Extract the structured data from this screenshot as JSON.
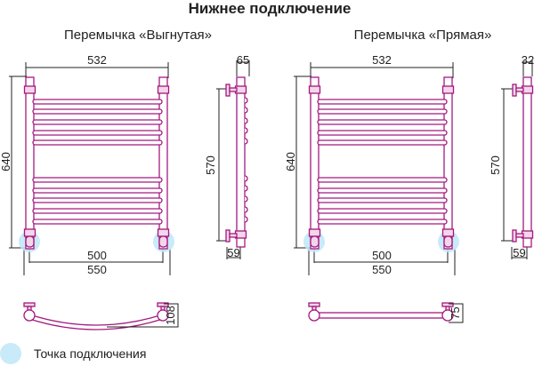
{
  "title": "Нижнее подключение",
  "colors": {
    "tube": "#a3197f",
    "connection_point": "#bfe6f7",
    "dimension": "#222222"
  },
  "variants": [
    {
      "subtitle": "Перемычка «Выгнутая»",
      "width_overall": "532",
      "height_overall": "640",
      "center_distance": "500",
      "outer_distance": "550",
      "side_depth": "65",
      "side_height": "570",
      "side_offset": "59",
      "top_depth": "108"
    },
    {
      "subtitle": "Перемычка «Прямая»",
      "width_overall": "532",
      "height_overall": "640",
      "center_distance": "500",
      "outer_distance": "550",
      "side_depth": "32",
      "side_height": "570",
      "side_offset": "59",
      "top_depth": "75"
    }
  ],
  "legend": {
    "label": "Точка подключения"
  }
}
